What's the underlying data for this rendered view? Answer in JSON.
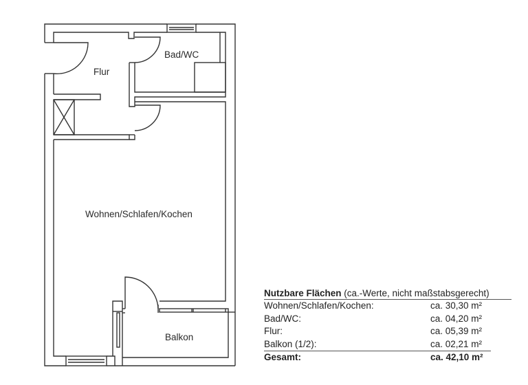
{
  "floor_plan": {
    "rooms": [
      {
        "id": "flur",
        "label": "Flur"
      },
      {
        "id": "bad",
        "label": "Bad/WC"
      },
      {
        "id": "wohnen",
        "label": "Wohnen/Schlafen/Kochen"
      },
      {
        "id": "balkon",
        "label": "Balkon"
      }
    ],
    "line_color": "#333333",
    "background": "#ffffff"
  },
  "area_table": {
    "title_bold": "Nutzbare Flächen",
    "title_note": " (ca.-Werte, nicht maßstabsgerecht)",
    "rows": [
      {
        "label": "Wohnen/Schlafen/Kochen:",
        "value": "ca. 30,30 m²"
      },
      {
        "label": "Bad/WC:",
        "value": "ca. 04,20 m²"
      },
      {
        "label": "Flur:",
        "value": "ca. 05,39 m²"
      },
      {
        "label": "Balkon (1/2):",
        "value": "ca. 02,21 m²"
      }
    ],
    "total": {
      "label": "Gesamt:",
      "value": "ca. 42,10 m²"
    }
  }
}
